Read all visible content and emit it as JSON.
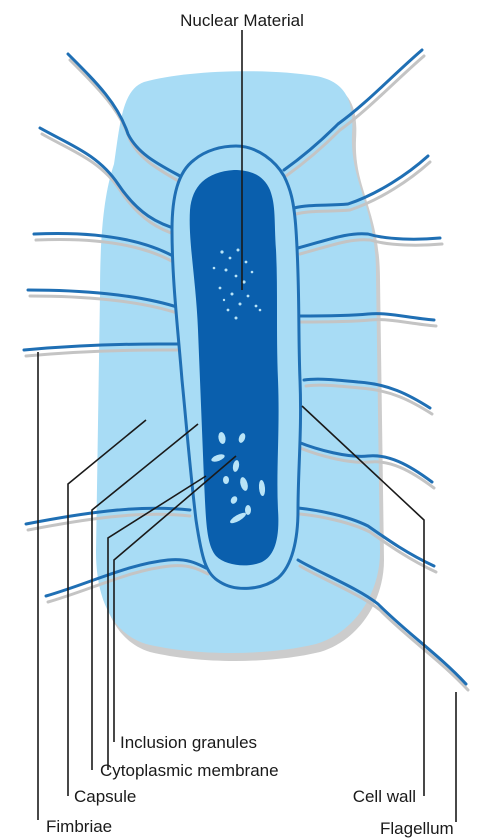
{
  "labels": {
    "nuclear_material": "Nuclear Material",
    "inclusion_granules": "Inclusion granules",
    "cytoplasmic_membrane": "Cytoplasmic membrane",
    "capsule": "Capsule",
    "cell_wall": "Cell wall",
    "fimbriae": "Fimbriae",
    "flagellum": "Flagellum"
  },
  "colors": {
    "capsule_fill": "#a8dcf5",
    "capsule_shadow": "#cccccc",
    "cell_wall_fill": "#a8dcf5",
    "cell_outline": "#1f6fb4",
    "cytoplasm_fill": "#0a5fad",
    "granule_fill": "#b9e4f7",
    "strand_color": "#1f6fb4",
    "leader_color": "#1a1a1a"
  }
}
